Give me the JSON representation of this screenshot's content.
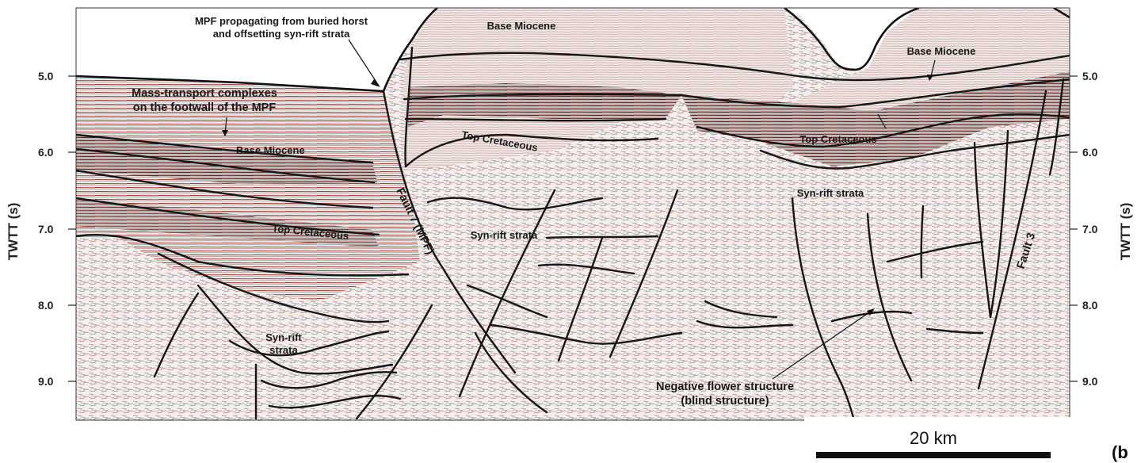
{
  "figure": {
    "panel_label": "(b",
    "scale_bar_label": "20 km",
    "axis_title_left": "TWTT (s)",
    "axis_title_right": "TWTT (s)",
    "ticks": [
      "5.0",
      "6.0",
      "7.0",
      "8.0",
      "9.0"
    ]
  },
  "labels": {
    "mpf_propagating_line1": "MPF propagating from buried horst",
    "mpf_propagating_line2": "and offsetting syn-rift strata",
    "mass_transport_line1": "Mass-transport complexes",
    "mass_transport_line2": "on the footwall of the MPF",
    "base_miocene_left": "Base Miocene",
    "top_cretaceous_left": "Top Cretaceous",
    "syn_rift_left_line1": "Syn-rift",
    "syn_rift_left_line2": "strata",
    "fault7": "Fault 7 (MPF)",
    "base_miocene_center": "Base Miocene",
    "top_cretaceous_center": "Top Cretaceous",
    "syn_rift_center": "Syn-rift strata",
    "base_miocene_right": "Base Miocene",
    "top_cretaceous_right": "Top Cretaceous",
    "syn_rift_right": "Syn-rift strata",
    "fault3": "Fault 3",
    "negative_flower_line1": "Negative flower structure",
    "negative_flower_line2": "(blind structure)"
  },
  "colors": {
    "seismic_red": "#8c1a10",
    "seismic_blue": "#2f6f7a",
    "seismic_bg": "#f7f2f1",
    "interpretation_line": "#161616"
  }
}
